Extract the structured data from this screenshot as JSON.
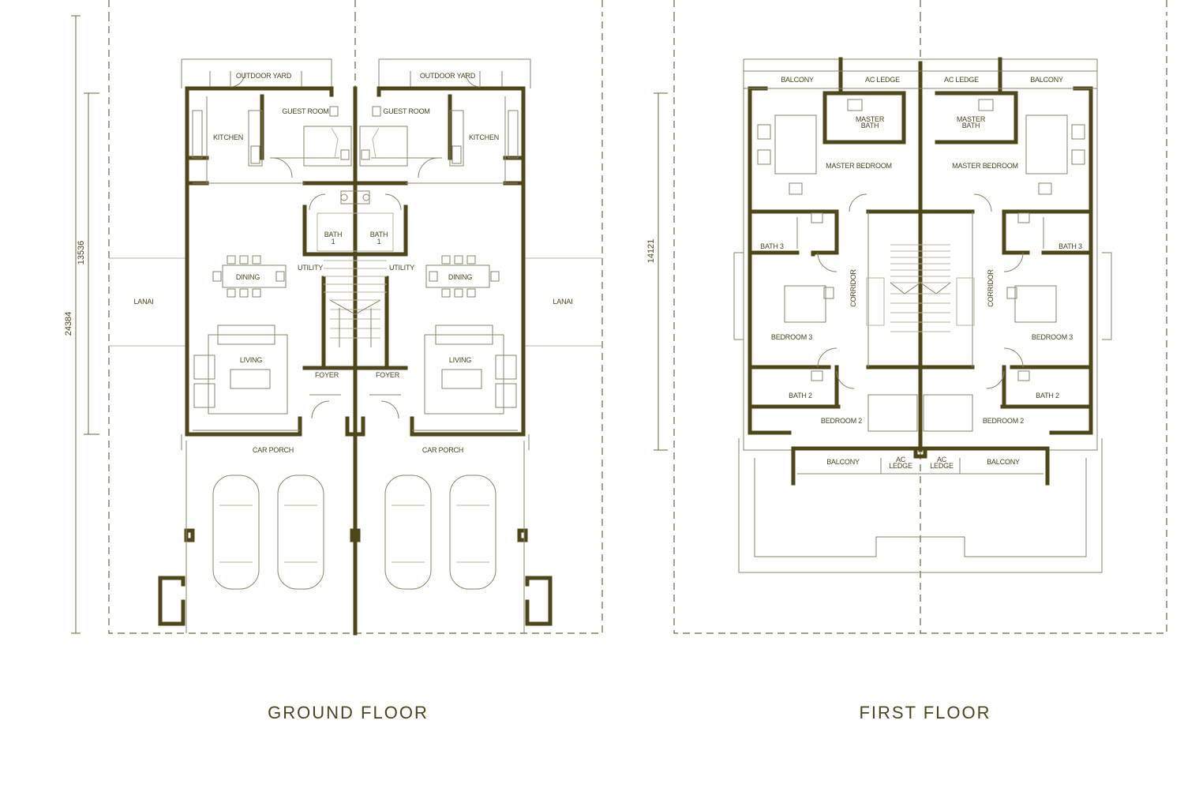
{
  "colors": {
    "wall": "#4d4618",
    "text": "#4a4520",
    "line": "#8a8568",
    "background": "#ffffff"
  },
  "ground_floor": {
    "title": "GROUND FLOOR",
    "dimensions": {
      "overall": "24384",
      "inner": "13536"
    },
    "rooms": {
      "outdoor_yard_left": "OUTDOOR YARD",
      "outdoor_yard_right": "OUTDOOR YARD",
      "guest_room_left": "GUEST ROOM",
      "guest_room_right": "GUEST ROOM",
      "kitchen_left": "KITCHEN",
      "kitchen_right": "KITCHEN",
      "bath_left": "BATH",
      "bath_left_no": "1",
      "bath_right": "BATH",
      "bath_right_no": "1",
      "utility_left": "UTILITY",
      "utility_right": "UTILITY",
      "dining_left": "DINING",
      "dining_right": "DINING",
      "lanai_left": "LANAI",
      "lanai_right": "LANAI",
      "living_left": "LIVING",
      "living_right": "LIVING",
      "foyer_left": "FOYER",
      "foyer_right": "FOYER",
      "car_porch_left": "CAR PORCH",
      "car_porch_right": "CAR PORCH"
    }
  },
  "first_floor": {
    "title": "FIRST FLOOR",
    "dimensions": {
      "inner": "14121"
    },
    "rooms": {
      "balcony_top_left": "BALCONY",
      "ac_ledge_top_left": "AC LEDGE",
      "ac_ledge_top_right": "AC LEDGE",
      "balcony_top_right": "BALCONY",
      "master_bath_left_1": "MASTER",
      "master_bath_left_2": "BATH",
      "master_bath_right_1": "MASTER",
      "master_bath_right_2": "BATH",
      "master_bedroom_left": "MASTER BEDROOM",
      "master_bedroom_right": "MASTER BEDROOM",
      "bath3_left": "BATH 3",
      "bath3_right": "BATH 3",
      "corridor_left": "CORRIDOR",
      "corridor_right": "CORRIDOR",
      "bedroom3_left": "BEDROOM 3",
      "bedroom3_right": "BEDROOM 3",
      "bath2_left": "BATH 2",
      "bath2_right": "BATH 2",
      "bedroom2_left": "BEDROOM 2",
      "bedroom2_right": "BEDROOM 2",
      "balcony_bottom_left": "BALCONY",
      "ac_ledge_bottom_left_1": "AC",
      "ac_ledge_bottom_left_2": "LEDGE",
      "ac_ledge_bottom_right_1": "AC",
      "ac_ledge_bottom_right_2": "LEDGE",
      "balcony_bottom_right": "BALCONY"
    }
  }
}
